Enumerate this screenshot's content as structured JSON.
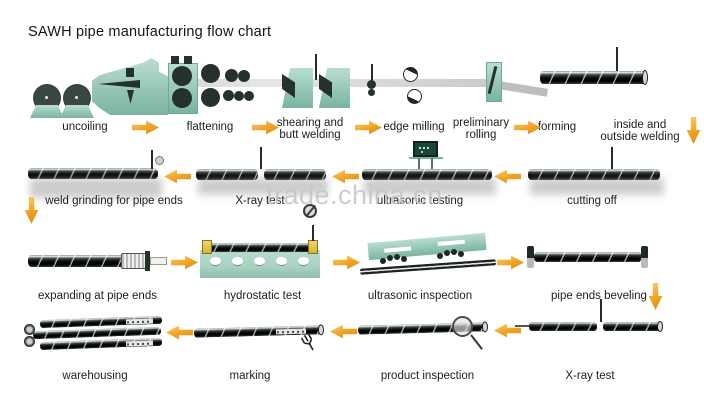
{
  "title": "SAWH pipe manufacturing flow chart",
  "watermark": "trade.china.cn",
  "colors": {
    "arrow_orange": "#EFA124",
    "machine_teal": "#9DCBBB",
    "machine_dark": "#26312E",
    "tank_teal": "#A9D2C1",
    "clamp_yellow": "#E2BE3E",
    "label_text": "#1E1E1E",
    "watermark_gray": "#C6C6C6"
  },
  "rows": [
    {
      "direction": "left-to-right",
      "steps": [
        "uncoiling",
        "flattening",
        "shearing and butt welding",
        "edge milling",
        "preliminary rolling",
        "forming",
        "inside and outside welding"
      ]
    },
    {
      "direction": "right-to-left",
      "steps": [
        "weld grinding for pipe ends",
        "X-ray test",
        "ultrasonic testing",
        "cutting off"
      ]
    },
    {
      "direction": "left-to-right",
      "steps": [
        "expanding at pipe ends",
        "hydrostatic test",
        "ultrasonic inspection",
        "pipe ends beveling"
      ]
    },
    {
      "direction": "right-to-left",
      "steps": [
        "warehousing",
        "marking",
        "product inspection",
        "X-ray test"
      ]
    }
  ]
}
